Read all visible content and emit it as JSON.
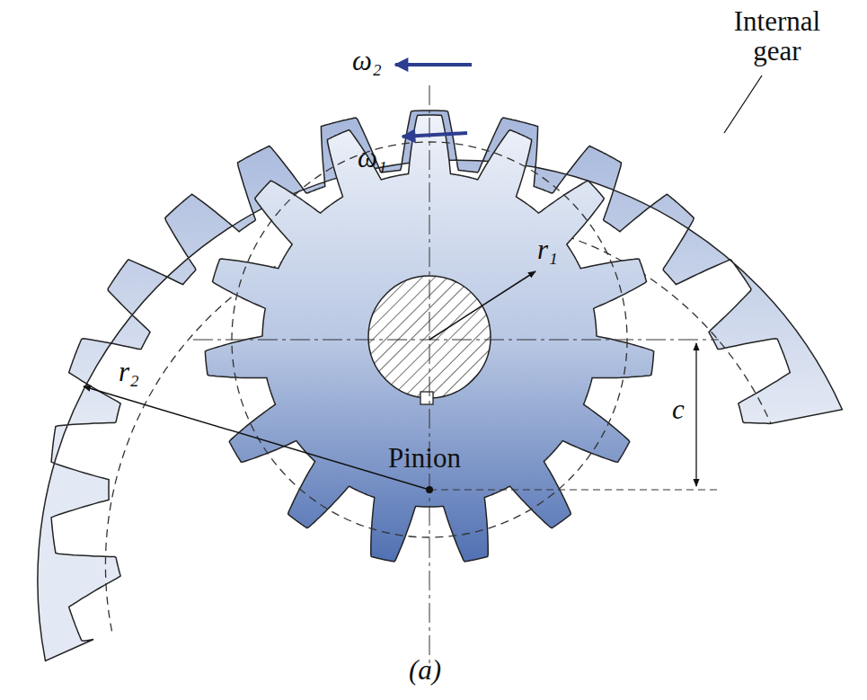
{
  "diagram": {
    "labels": [
      "Internal gear",
      "ω₂",
      "ω₁",
      "r₁",
      "r₂",
      "Pinion",
      "c",
      "(a)"
    ]
  }
}
